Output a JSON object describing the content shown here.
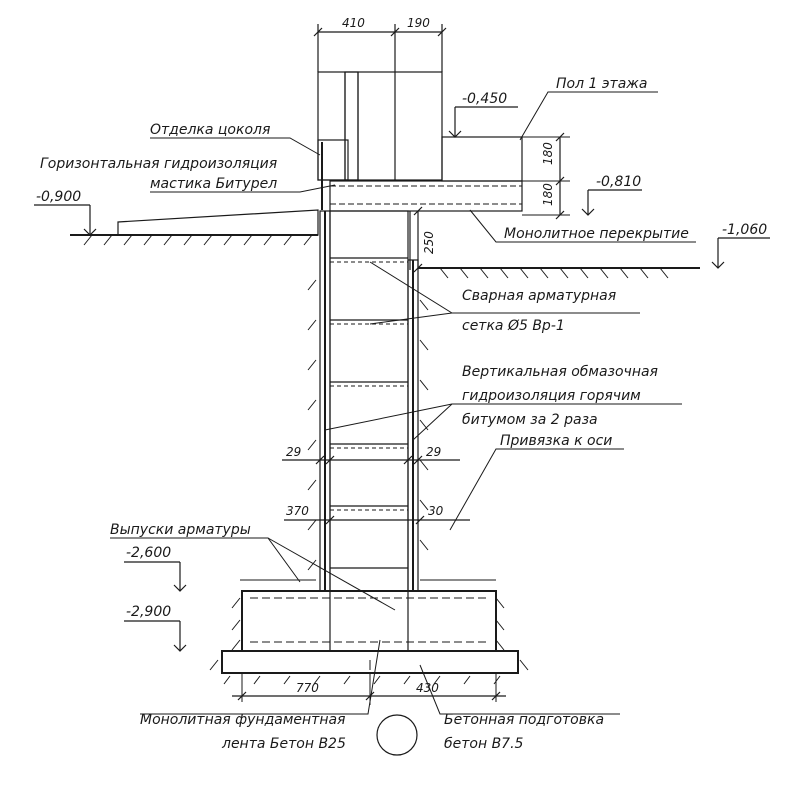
{
  "dimensions": {
    "top_left": "410",
    "top_right": "190",
    "slab_upper": "180",
    "slab_lower": "180",
    "wall_250": "250",
    "left_29": "29",
    "right_29": "29",
    "dim_370": "370",
    "dim_30": "30",
    "bottom_770": "770",
    "bottom_430": "430"
  },
  "levels": {
    "floor_1": "-0,450",
    "plinth_grade": "-0,900",
    "slab_bottom": "-0,810",
    "inner_grade": "-1,060",
    "footing_top": "-2,600",
    "footing_bottom": "-2,900"
  },
  "labels": {
    "floor_1": "Пол 1 этажа",
    "plinth_finish": "Отделка цоколя",
    "horiz_waterproof_line1": "Горизонтальная гидроизоляция",
    "horiz_waterproof_line2": "мастика Битурел",
    "monolithic_slab": "Монолитное перекрытие",
    "welded_mesh_line1": "Сварная арматурная",
    "welded_mesh_line2": "сетка Ø5 Вр-1",
    "vert_waterproof_line1": "Вертикальная обмазочная",
    "vert_waterproof_line2": "гидроизоляция горячим",
    "vert_waterproof_line3": "битумом за 2 раза",
    "axis_reference": "Привязка к оси",
    "rebar_outlets": "Выпуски арматуры",
    "strip_footing_line1": "Монолитная фундаментная",
    "strip_footing_line2": "лента Бетон В25",
    "concrete_prep_line1": "Бетонная подготовка",
    "concrete_prep_line2": "бетон В7.5"
  }
}
